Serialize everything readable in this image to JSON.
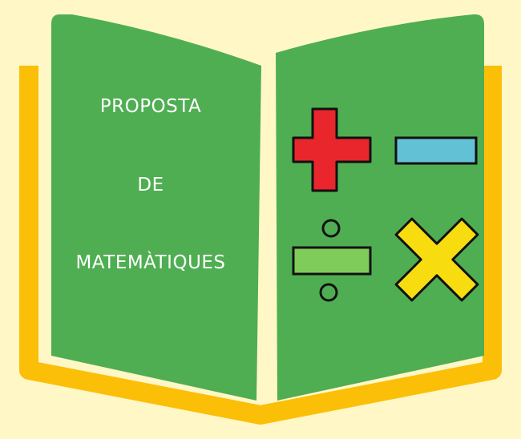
{
  "cover": {
    "title_lines": [
      "PROPOSTA",
      "DE",
      "MATEMÀTIQUES"
    ]
  },
  "symbols": [
    "plus-icon",
    "minus-icon",
    "divide-icon",
    "multiply-icon"
  ],
  "colors": {
    "background": "#fff7c6",
    "book_frame": "#fbbf08",
    "cover": "#4fae52",
    "plus": "#e8262c",
    "minus": "#63c1d6",
    "divide": "#80cc5a",
    "multiply": "#f7dc10",
    "outline": "#111111"
  }
}
